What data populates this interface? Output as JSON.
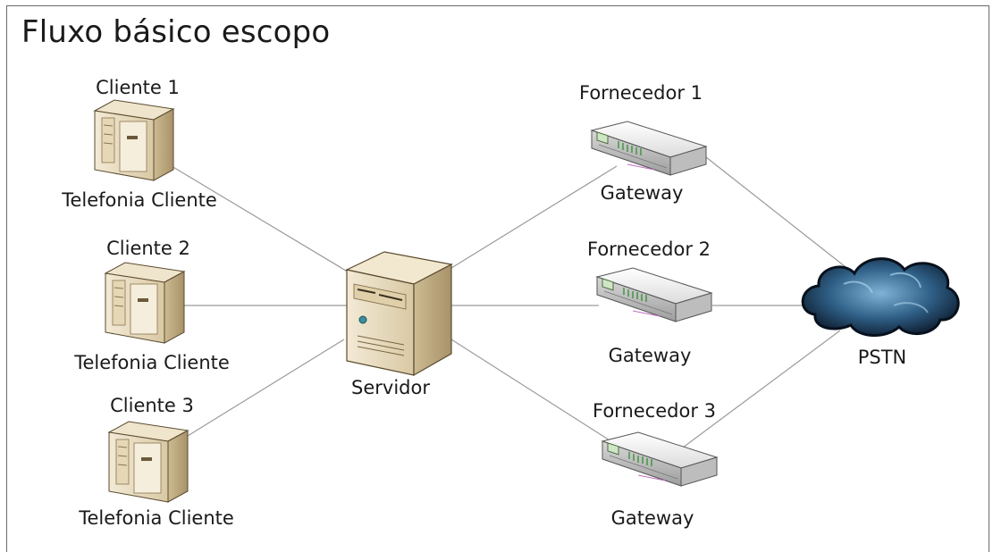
{
  "title": "Fluxo básico escopo",
  "clients": [
    {
      "name": "Cliente 1",
      "role": "Telefonia Cliente"
    },
    {
      "name": "Cliente 2",
      "role": "Telefonia Cliente"
    },
    {
      "name": "Cliente 3",
      "role": "Telefonia Cliente"
    }
  ],
  "server": {
    "label": "Servidor"
  },
  "providers": [
    {
      "name": "Fornecedor 1",
      "device": "Gateway"
    },
    {
      "name": "Fornecedor 2",
      "device": "Gateway"
    },
    {
      "name": "Fornecedor 3",
      "device": "Gateway"
    }
  ],
  "pstn": {
    "label": "PSTN"
  },
  "colors": {
    "line": "#9a9a9a",
    "server_body": "#e8dcc0",
    "gateway_body": "#eeeeee",
    "cloud_dark": "#0d1f33",
    "cloud_light": "#6fa3c8"
  },
  "icons": {
    "client": "client-server-tower-icon",
    "server": "central-server-icon",
    "gateway": "gateway-router-icon",
    "pstn": "cloud-icon"
  }
}
